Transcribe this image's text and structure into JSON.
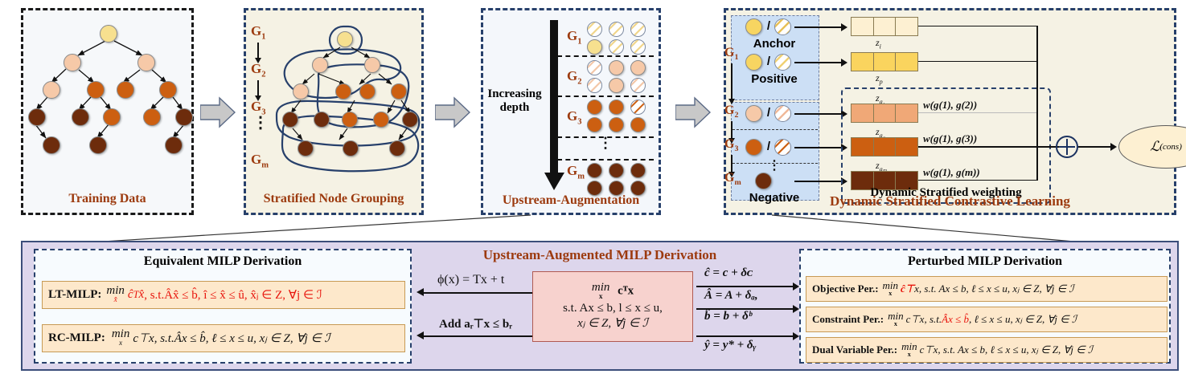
{
  "figure": {
    "panels": [
      {
        "id": "training",
        "caption": "Training Data"
      },
      {
        "id": "grouping",
        "caption": "Stratified Node Grouping"
      },
      {
        "id": "upstream",
        "caption": "Upstream-Augmentation"
      },
      {
        "id": "dscl",
        "caption": "Dynamic Stratified Contrastive Learning"
      }
    ]
  },
  "colors": {
    "level0": "#f7e08f",
    "level1": "#f6c9a8",
    "level2": "#cc5f11",
    "level3": "#6d2c0c",
    "accent_brown": "#9c3a0e",
    "panel_border_blue": "#27406b",
    "bottom_panel_bg": "#ddd6ec",
    "formula_bg": "#fde8cb",
    "center_box_bg": "#f7d2ce",
    "highlight_red": "#e8140c",
    "anchor_band_blue": "#ccdff5"
  },
  "grouping": {
    "group_labels": [
      "G",
      "G",
      "G",
      "G"
    ],
    "group_subs": [
      "1",
      "2",
      "3",
      "m"
    ],
    "ellipsis": "⋮"
  },
  "upstream": {
    "axis_label_line1": "Increasing",
    "axis_label_line2": "depth",
    "group_labels": [
      {
        "base": "G",
        "sub": "1"
      },
      {
        "base": "G",
        "sub": "2"
      },
      {
        "base": "G",
        "sub": "3"
      },
      {
        "base": "G",
        "sub": "m"
      }
    ],
    "ellipsis": "⋮"
  },
  "dscl": {
    "group_labels": [
      {
        "base": "G",
        "sub": "1"
      },
      {
        "base": "G",
        "sub": "2"
      },
      {
        "base": "G",
        "sub": "3"
      },
      {
        "base": "G",
        "sub": "m"
      }
    ],
    "role_anchor": "Anchor",
    "role_positive": "Positive",
    "role_negative": "Negative",
    "separator": "/",
    "z_labels": [
      {
        "base": "z",
        "sub": "i"
      },
      {
        "base": "z",
        "sub": "p"
      },
      {
        "base": "z",
        "sub": "a₁"
      },
      {
        "base": "z",
        "sub": "a₂"
      },
      {
        "base": "z",
        "sub": "aₘ"
      }
    ],
    "weights": [
      "w(g(1), g(2))",
      "w(g(1), g(3))",
      "w(g(1), g(m))"
    ],
    "weighting_caption": "Dynamic Stratified weighting",
    "sum_symbol": "⊕",
    "loss_label": "ℒ",
    "loss_superscript": "(cons)"
  },
  "bottom": {
    "title": "Upstream-Augmented MILP Derivation",
    "left_box": {
      "title": "Equivalent MILP Derivation",
      "rows": [
        {
          "tag": "LT-MILP:",
          "min_top": "min",
          "min_bottom": "x̂",
          "body_red_1": "ĉ",
          "body_sup_1": "T",
          "body_red_2": "x̂",
          "text": ", s.t.Âx̂ ≤ b̂, î ≤ x̂ ≤ û, x̂ⱼ ∈ Z, ∀j ∈ ℐ"
        },
        {
          "tag": "RC-MILP:",
          "min_top": "min",
          "min_bottom": "x",
          "text": "c⊤x, s.t.Âx ≤ b̂, ℓ ≤ x ≤ u, xⱼ ∈ Z, ∀j ∈ ℐ"
        }
      ]
    },
    "center_box": {
      "line1_min": "min",
      "line1_sub": "x",
      "line1_obj": "cᵀx",
      "line2": "s.t. Ax ≤ b, l ≤ x ≤ u,",
      "line3": "xⱼ ∈ Z, ∀j ∈ ℐ"
    },
    "left_arrow_labels": [
      "ϕ(x) = Tx + t",
      "Add aᵣ⊤x ≤ bᵣ"
    ],
    "right_arrow_labels": [
      "ĉ = c + δᴄ",
      "Â = A + δₐ,",
      "b̂ = b + δᵇ",
      "ŷ = y* + δᵧ"
    ],
    "right_box": {
      "title": "Perturbed MILP Derivation",
      "rows": [
        {
          "tag": "Objective Per.:",
          "min_top": "min",
          "min_bottom": "x",
          "red_part": "ĉ⊤",
          "text": "x, s.t. Ax ≤ b, ℓ ≤ x ≤ u, xⱼ ∈ Z, ∀j ∈ ℐ"
        },
        {
          "tag": "Constraint Per.:",
          "min_top": "min",
          "min_bottom": "x",
          "text_pre": "c⊤x, s.t. ",
          "red_part": "Âx ≤ b̂",
          "text": ", ℓ ≤ x ≤ u, xⱼ ∈ Z, ∀j ∈ ℐ"
        },
        {
          "tag": "Dual Variable Per.:",
          "min_top": "min",
          "min_bottom": "x",
          "text": "c⊤x, s.t. Ax ≤ b, ℓ ≤ x ≤ u, xⱼ ∈ Z, ∀j ∈ ℐ"
        }
      ]
    }
  }
}
